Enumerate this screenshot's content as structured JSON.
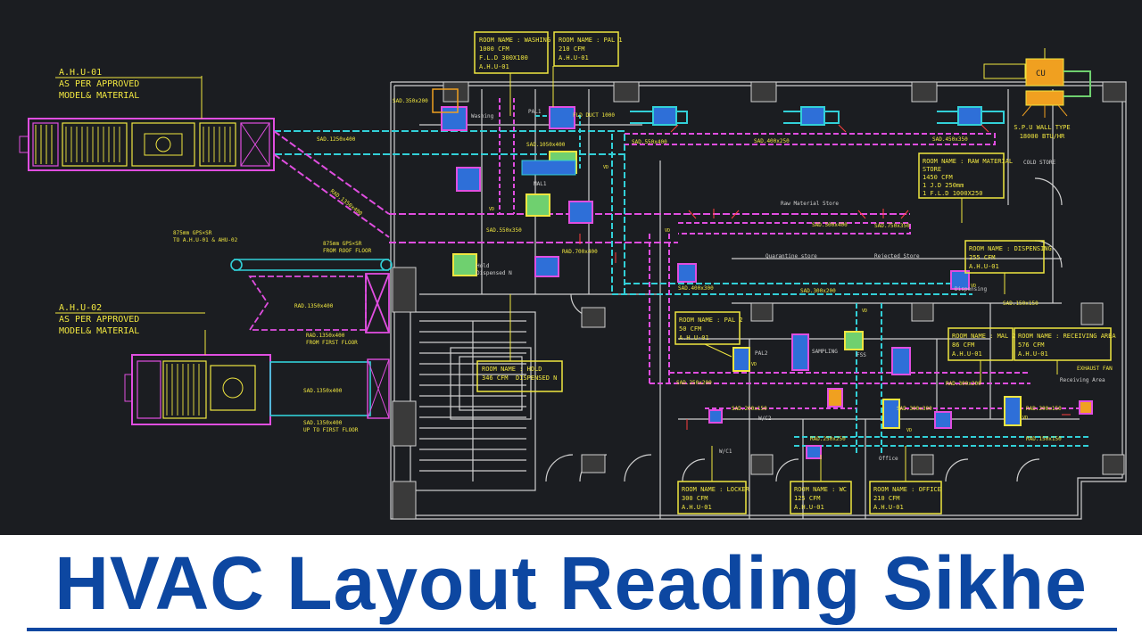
{
  "title": "HVAC Layout Reading Sikhe",
  "colors": {
    "background": "#1b1d21",
    "duct_supply": "#e04ee0",
    "duct_return": "#32d0d8",
    "annotation": "#f0e640",
    "walls": "#cfcfcf",
    "title": "#0d47a1"
  },
  "equipment": {
    "ahu1": {
      "name": "A.H.U-01",
      "line1": "AS PER APPROVED",
      "line2": "MODEL& MATERIAL"
    },
    "ahu2": {
      "name": "A.H.U-02",
      "line1": "AS PER APPROVED",
      "line2": "MODEL& MATERIAL"
    },
    "split": {
      "name": "S.P.U WALL TYPE",
      "capacity": "18000 BTU/HR",
      "tag": "CU"
    }
  },
  "room_tags": {
    "washing": {
      "l1": "ROOM NAME : WASHING",
      "l2": "1000 CFM",
      "l3": "F.L.D 300X100",
      "l4": "A.H.U-01"
    },
    "pal1": {
      "l1": "ROOM NAME : PAL 1",
      "l2": "210 CFM",
      "l3": "A.H.U-01"
    },
    "raw_material": {
      "l1": "ROOM NAME : RAW MATERIAL",
      "l2": "STORE",
      "l3": "1450 CFM",
      "l4": "1 J.D 250mm",
      "l5": "1 F.L.D 1000X250"
    },
    "dispensing": {
      "l1": "ROOM NAME : DISPENSING",
      "l2": "255 CFM",
      "l3": "A.H.U-01"
    },
    "pal2": {
      "l1": "ROOM NAME : PAL 2",
      "l2": "50 CFM",
      "l3": "A.H.U-01"
    },
    "hold": {
      "l1": "ROOM NAME : HOLD",
      "l2": "346 CFM",
      "l3": "DISPENSED N"
    },
    "mal2": {
      "l1": "ROOM NAME : MAL 2",
      "l2": "86 CFM",
      "l3": "A.H.U-01"
    },
    "receiving": {
      "l1": "ROOM NAME : RECEIVING AREA",
      "l2": "576 CFM",
      "l3": "A.H.U-01"
    },
    "locker": {
      "l1": "ROOM NAME : LOCKER",
      "l2": "300 CFM",
      "l3": "A.H.U-01"
    },
    "wc": {
      "l1": "ROOM NAME : WC",
      "l2": "125 CFM",
      "l3": "A.H.U-01"
    },
    "office": {
      "l1": "ROOM NAME : OFFICE",
      "l2": "210 CFM",
      "l3": "A.H.U-01"
    }
  },
  "duct_labels": {
    "d1": "SAD.1250x400",
    "d2": "SAD.1050x400",
    "d3": "SAD.550x400",
    "d4": "SAD.400x250",
    "d5": "SAD.450x350",
    "d6": "SAD.550x350",
    "d7": "RAD.1350x400",
    "d8": "SAD.1350x400",
    "d9": "RAD.1350x400",
    "d10": "SAD.500x400",
    "d11": "SAD.400x300",
    "d12": "SAD.300x200",
    "d13": "SAD.150x150",
    "d14": "SAD.250x200",
    "d15": "SAD.200x150",
    "d16": "SAD.300x300",
    "d17": "RAD.300x200",
    "d18": "RAD.700x400",
    "d19": "RAD.250x250",
    "d20": "RAD.150x150",
    "d21": "RAD.200x150",
    "d22": "SAD.350x200",
    "d23": "SAD.750x350"
  },
  "notes": {
    "fresh_air": "875mm GPS×SR",
    "fresh_air2": "TO A.H.U-01 & AHU-02",
    "from_roof": "875mm GPS×SR",
    "from_roof2": "FROM ROOF FLOOR",
    "from_first": "RAD.1350x400",
    "from_first2": "FROM FIRST FLOOR",
    "up_first": "SAD.1350x400",
    "up_first2": "UP TO FIRST FLOOR",
    "exhaust": "EXHAUST FAN",
    "cold_store": "COLD STORE",
    "fld_duct": "FLD DUCT 1000",
    "rejected": "Rejected Store",
    "quarantine": "Quarantine store",
    "raw_store": "Raw Material Store",
    "receiving_area": "Receiving Area",
    "washing_room": "Washing",
    "pal1_room": "PAL1",
    "pal2_room": "PAL2",
    "mal1_room": "MAL1",
    "sampling": "SAMPLING",
    "wc1": "W/C1",
    "wc2": "W/C2",
    "office_room": "Office",
    "hold_room": "Hold",
    "dispensed_room": "Dispensed N",
    "fss": "FSS",
    "dispensing_room": "Dispensing",
    "vd": "VD"
  }
}
